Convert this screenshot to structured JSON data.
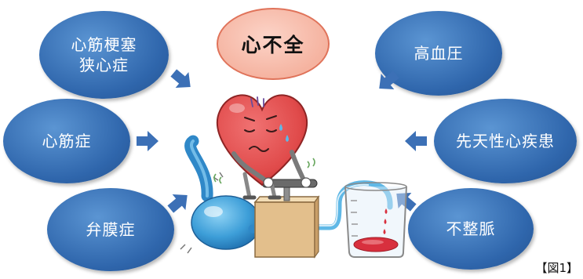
{
  "diagram": {
    "center": {
      "label": "心不全"
    },
    "causes": [
      {
        "lines": [
          "心筋梗塞",
          "狭心症"
        ]
      },
      {
        "lines": [
          "心筋症"
        ]
      },
      {
        "lines": [
          "弁膜症"
        ]
      },
      {
        "lines": [
          "高血圧"
        ]
      },
      {
        "lines": [
          "先天性心疾患"
        ]
      },
      {
        "lines": [
          "不整脈"
        ]
      }
    ],
    "figure_label": "【図1】"
  },
  "illustration": {
    "icons": [
      "heart-character-icon",
      "pump-handle-icon",
      "pump-box-icon",
      "rubber-bulb-icon",
      "tube-icon",
      "beaker-icon",
      "arrow-icon"
    ]
  },
  "colors": {
    "cause_fill": "#2f66ac",
    "cause_light": "#5b95d3",
    "cause_dark": "#24528f",
    "center_fill": "#f5b3a0",
    "center_border": "#e0735a",
    "arrow": "#3c70b6",
    "heart": "#e04a4a",
    "liquid": "#d8303e",
    "tube": "#5fb8e6"
  }
}
